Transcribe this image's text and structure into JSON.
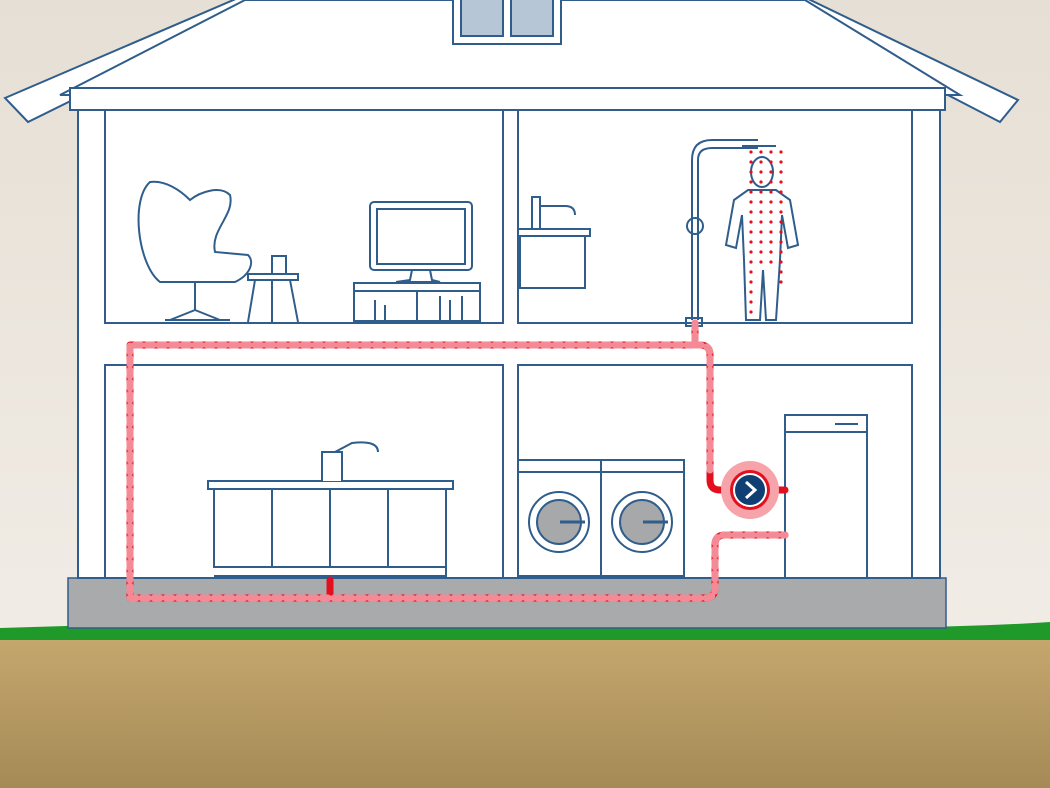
{
  "colors": {
    "sky_top": "#e6dfd5",
    "sky_bottom": "#f3efe9",
    "outline": "#2f5d8c",
    "wall": "#ffffff",
    "foundation": "#a9aaac",
    "grass": "#1f9a2a",
    "soil_top": "#c6a86e",
    "soil_bottom": "#a58a57",
    "pipe": "#e30f1e",
    "pipe_dash": "#f48a96",
    "pump_halo": "#f6a3a9",
    "pump_core": "#103f73",
    "drum": "#a7a8aa"
  },
  "icons": [
    "house",
    "armchair",
    "monitor",
    "sink",
    "shower",
    "person",
    "kitchen-counter",
    "washing-machine",
    "water-heater",
    "circulation-pump",
    "pipe"
  ]
}
